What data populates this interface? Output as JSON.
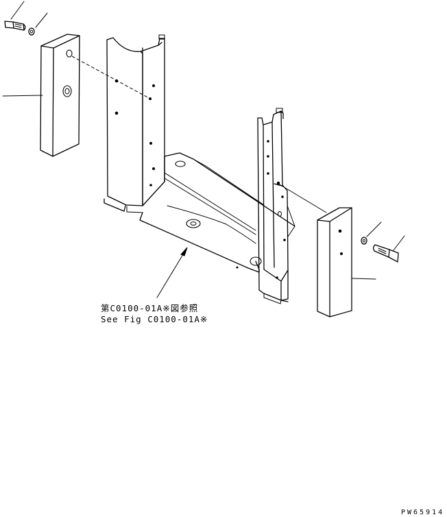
{
  "reference_note": {
    "line_jp": "第C0100-01A※図参照",
    "line_en": "See Fig C0100-01A※"
  },
  "drawing_code": "PW65914"
}
